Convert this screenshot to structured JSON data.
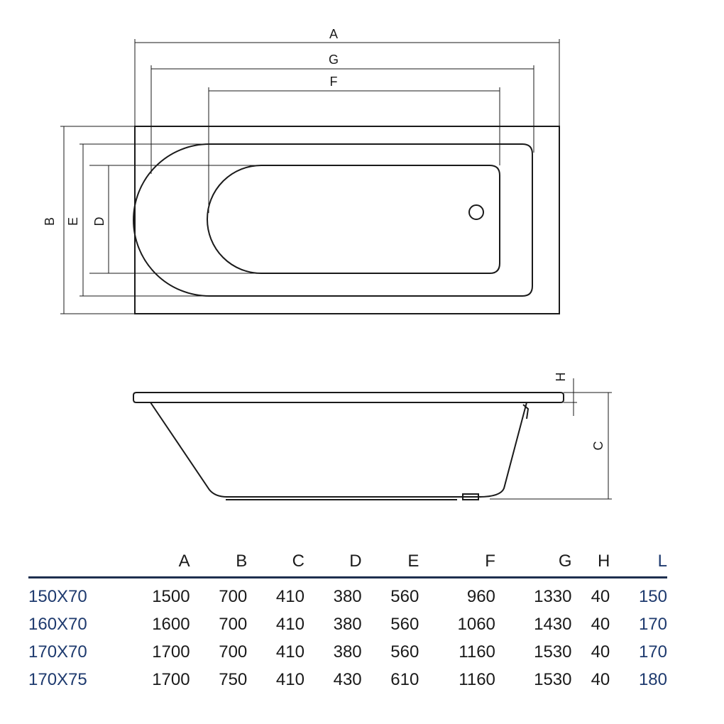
{
  "diagram": {
    "top_view_labels": {
      "A": "A",
      "G": "G",
      "F": "F",
      "B": "B",
      "E": "E",
      "D": "D"
    },
    "side_view_labels": {
      "H": "H",
      "C": "C"
    }
  },
  "table": {
    "headers": [
      "",
      "A",
      "B",
      "C",
      "D",
      "E",
      "F",
      "G",
      "H",
      "L"
    ],
    "rows": [
      {
        "model": "150X70",
        "values": [
          "1500",
          "700",
          "410",
          "380",
          "560",
          "960",
          "1330",
          "40",
          "150"
        ]
      },
      {
        "model": "160X70",
        "values": [
          "1600",
          "700",
          "410",
          "380",
          "560",
          "1060",
          "1430",
          "40",
          "170"
        ]
      },
      {
        "model": "170X70",
        "values": [
          "1700",
          "700",
          "410",
          "380",
          "560",
          "1160",
          "1530",
          "40",
          "170"
        ]
      },
      {
        "model": "170X75",
        "values": [
          "1700",
          "750",
          "410",
          "430",
          "610",
          "1160",
          "1530",
          "40",
          "180"
        ]
      }
    ]
  },
  "colors": {
    "line": "#1a1a1a",
    "accent": "#1e3a6e",
    "rule": "#1e2f4f"
  }
}
